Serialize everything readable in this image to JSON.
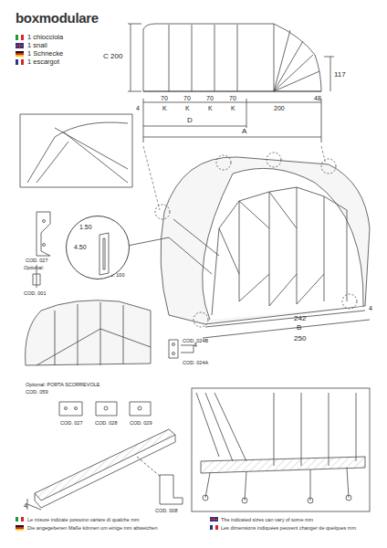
{
  "diagram": {
    "title": "boxmodulare",
    "nodes": [
      {
        "text": [
          "1.50",
          "4.50"
        ]
      }
    ],
    "labels": [
      "1 chiocciola",
      "1 snail",
      "1 Schnecke",
      "1 escargot",
      "C 200",
      "117",
      "70",
      "70",
      "70",
      "70",
      "K",
      "K",
      "K",
      "K",
      "4",
      "200",
      "48",
      "D",
      "A",
      "COD. 027",
      "Optional:",
      "COD. 001",
      "COD. 100",
      "242",
      "B",
      "250",
      "4",
      "4",
      "COD. 024B",
      "COD. 024A",
      "Optional: PORTA SCORREVOLE",
      "COD. 059",
      "COD. 027",
      "COD. 028",
      "COD. 029",
      "4",
      "COD. 008",
      "Le misure indicate possono variare di qualche mm",
      "The indicated sizes can vary of some mm",
      "Die angegebenen Maße können um einige mm abweichen",
      "Les dimensions indiquées peuvent changer de quelques mm"
    ]
  }
}
